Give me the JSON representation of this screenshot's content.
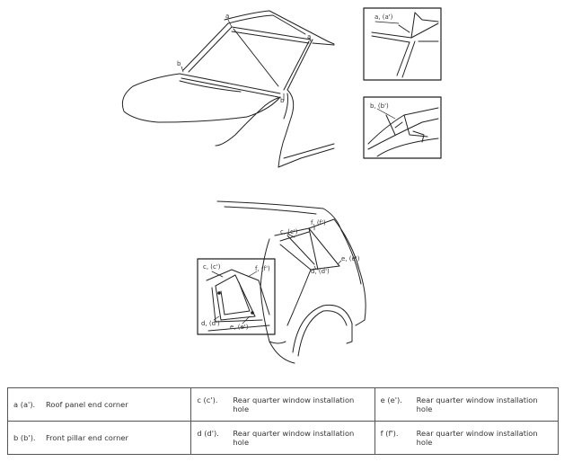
{
  "top_diagram": {
    "labels": {
      "a_main": "a",
      "a_right": "a",
      "b_left": "b",
      "b_right": "b"
    }
  },
  "top_insets": [
    {
      "label": "a, (a')"
    },
    {
      "label": "b, (b')"
    }
  ],
  "bottom_diagram": {
    "labels": {
      "f": "f, (f')",
      "c": "c, (c')",
      "e": "e, (e')",
      "d": "d, (d')"
    }
  },
  "bottom_inset": {
    "labels": {
      "c": "c, (c')",
      "f": "f, (f')",
      "d": "d, (d')",
      "e": "e, (e')"
    }
  },
  "legend": {
    "rows": [
      [
        {
          "code": "a (a').",
          "desc": "Roof panel end corner"
        },
        {
          "code": "c (c').",
          "desc": "Rear quarter window installation hole"
        },
        {
          "code": "e (e').",
          "desc": "Rear quarter window installation hole"
        }
      ],
      [
        {
          "code": "b (b').",
          "desc": "Front pillar end corner"
        },
        {
          "code": "d (d').",
          "desc": "Rear quarter window installation hole"
        },
        {
          "code": "f (f').",
          "desc": "Rear quarter window installation hole"
        }
      ]
    ]
  }
}
